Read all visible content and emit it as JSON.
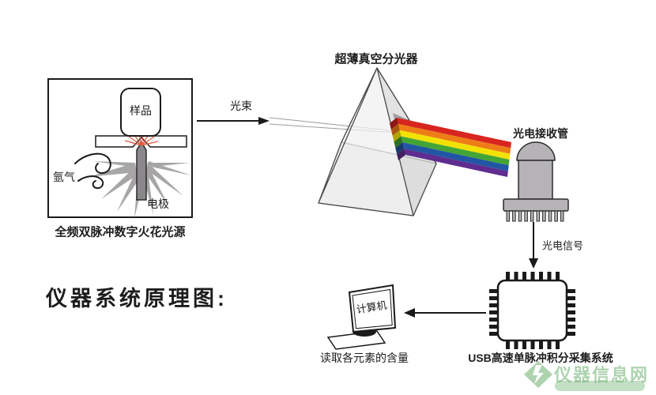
{
  "title": "仪器系统原理图:",
  "spark_source": {
    "caption": "全频双脉冲数字火花光源",
    "sample_label": "样品",
    "argon_label": "氩气",
    "electrode_label": "电极"
  },
  "beam_label": "光束",
  "prism_caption": "超薄真空分光器",
  "detector": {
    "caption": "光电接收管",
    "signal_label": "光电信号"
  },
  "daq_caption": "USB高速单脉冲积分采集系统",
  "computer": {
    "screen_label": "计算机",
    "caption": "读取各元素的含量"
  },
  "watermark_text": "仪器信息网",
  "colors": {
    "rainbow": [
      "#d8251f",
      "#ee7d18",
      "#f2e204",
      "#43a536",
      "#2156a4",
      "#5f2c90"
    ],
    "rainbow_dark": [
      "#8f1713",
      "#a85510",
      "#b0a400",
      "#2d7024",
      "#163a70",
      "#401e62"
    ],
    "watermark_green": "#4da04f",
    "spark_gray": "#a7a5a6",
    "spark_red": "#dd5c41",
    "metal_gray": "#b5b3b6",
    "line_dark": "#1a1a1a"
  }
}
